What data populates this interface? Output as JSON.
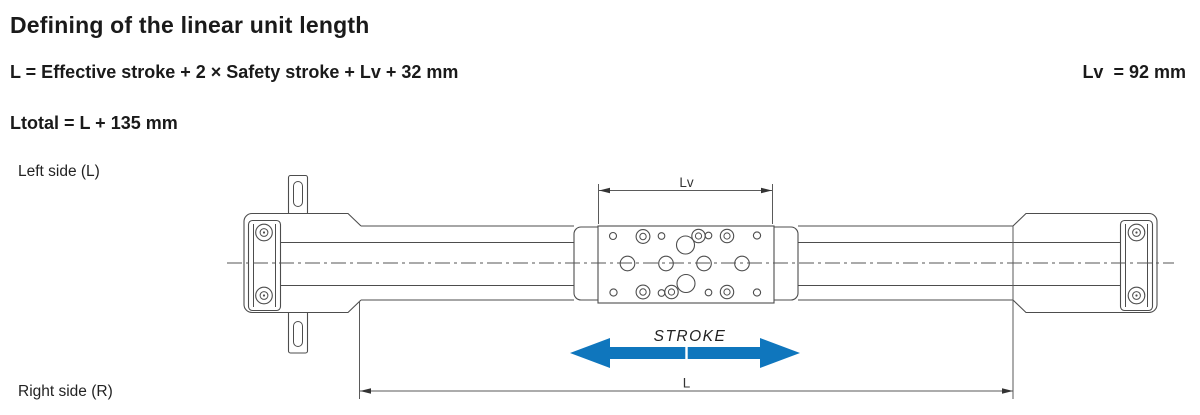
{
  "header": {
    "title": "Defining of the linear unit length",
    "formula_main": "L = Effective stroke + 2 × Safety stroke + Lv + 32 mm",
    "lv_value": "Lv  = 92 mm",
    "formula_total": "Ltotal = L + 135 mm"
  },
  "diagram": {
    "left_side_label": "Left side (L)",
    "right_side_label": "Right side (R)",
    "stroke_label": "STROKE",
    "dim_lv_label": "Lv",
    "dim_l_label": "L",
    "colors": {
      "stroke_arrow_blue": "#0f76bd",
      "part_line": "#4d4d4d",
      "dimension_line": "#5a5a5a",
      "text": "#1a1a1a"
    }
  }
}
